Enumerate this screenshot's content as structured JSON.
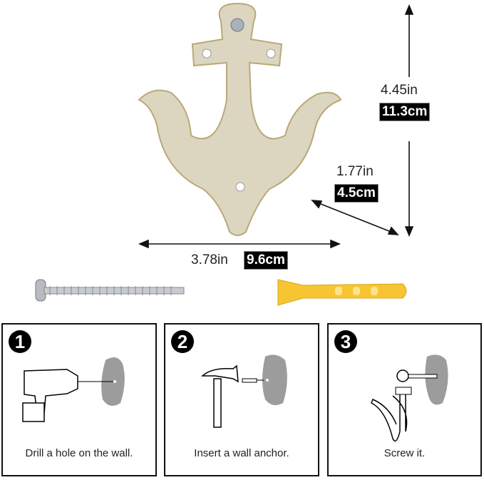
{
  "dimensions": {
    "height_in": "4.45in",
    "height_cm": "11.3cm",
    "depth_in": "1.77in",
    "depth_cm": "4.5cm",
    "width_in": "3.78in",
    "width_cm": "9.6cm"
  },
  "colors": {
    "anchor": "#dcd6c0",
    "anchor_shadow": "#b9a878",
    "screw": "#b8bcc2",
    "wall_anchor": "#f7c531",
    "wall": "#9c9c9c"
  },
  "steps": [
    {
      "number": "1",
      "caption": "Drill a hole on the wall.",
      "icon": "drill-icon"
    },
    {
      "number": "2",
      "caption": "Insert a wall anchor.",
      "icon": "hammer-icon"
    },
    {
      "number": "3",
      "caption": "Screw it.",
      "icon": "hook-icon"
    }
  ]
}
